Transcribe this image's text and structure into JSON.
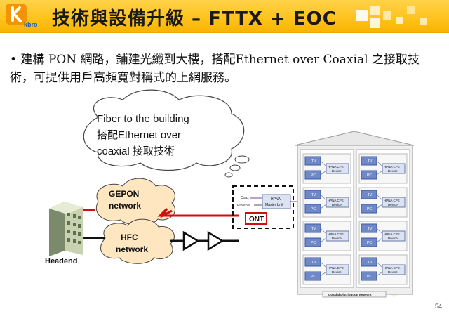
{
  "header": {
    "logo_text": "kbro",
    "title": "技術與設備升級 – FTTX + EOC",
    "colors": {
      "bar": "#ffc21a",
      "accent": "#f7b400"
    }
  },
  "body": {
    "bullet": "• 建構 PON 網路，鋪建光纖到大樓，搭配Ethernet over Coaxial 之接取技術，可提供用戶高頻寬對稱式的上網服務。"
  },
  "diagram": {
    "cloud_lines": [
      "Fiber to the building",
      "搭配Ethernet over",
      "coaxial 接取技術"
    ],
    "gepon": [
      "GEPON",
      "network"
    ],
    "hfc": [
      "HFC",
      "network"
    ],
    "headend": "Headend",
    "ont": "ONT",
    "coax": "Coax",
    "ethernet": "Ethernet",
    "master_unit": [
      "HPNA",
      "Master Unit"
    ],
    "tv": "TV",
    "pc": "PC",
    "cpe": [
      "HPNA CPE",
      "Device"
    ],
    "distribution": "Coaxial Distribution Network"
  },
  "footer": {
    "page_number": "54"
  }
}
